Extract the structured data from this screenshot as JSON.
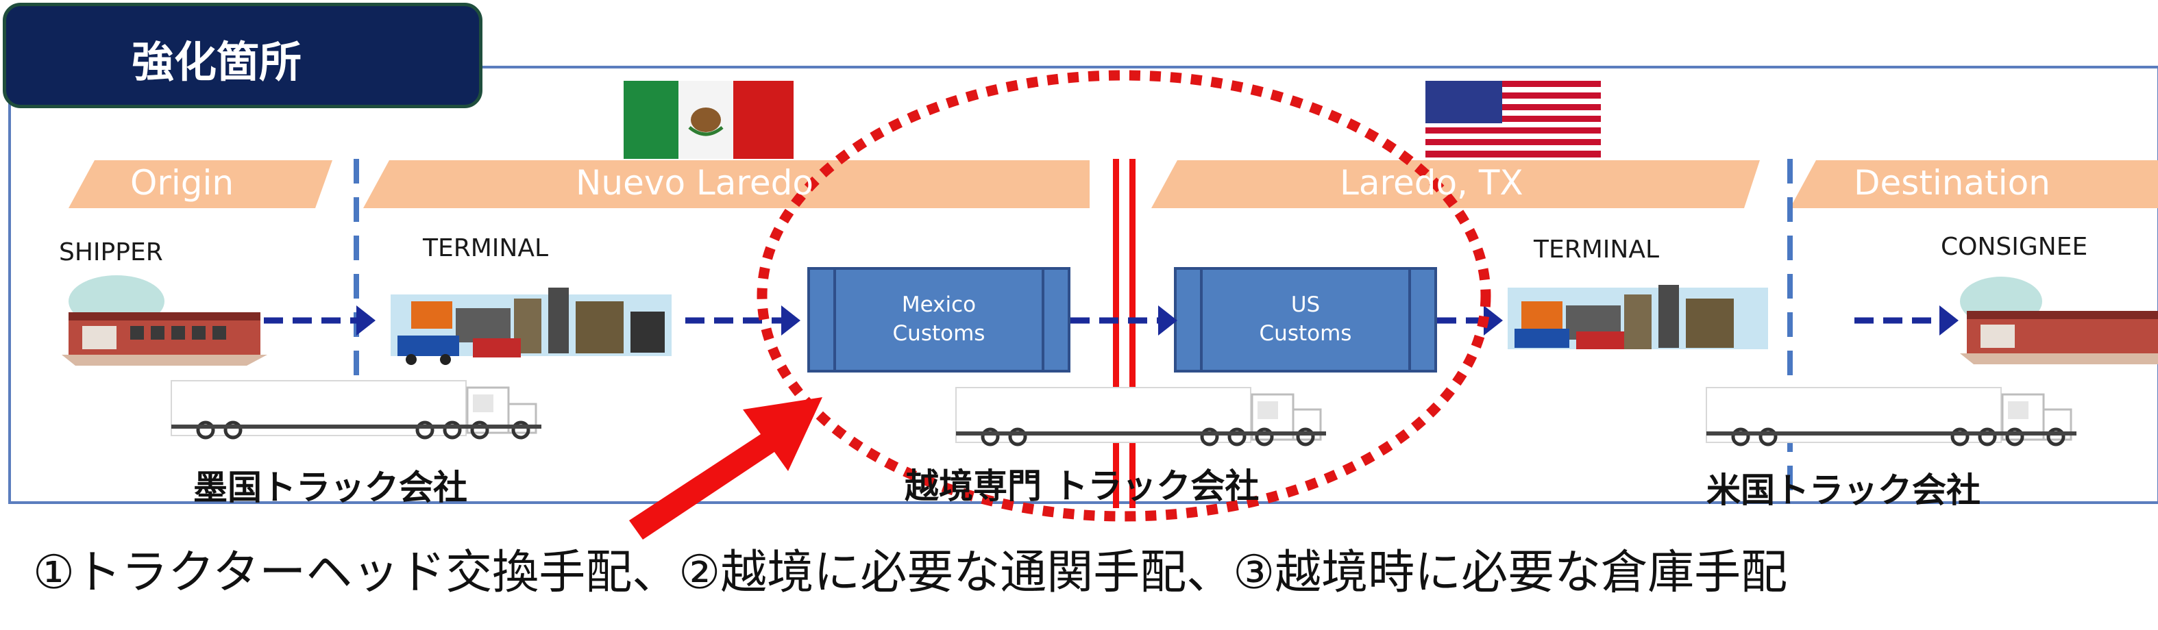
{
  "badge": {
    "label": "強化箇所"
  },
  "bands": {
    "origin": "Origin",
    "nuevo_laredo": "Nuevo Laredo",
    "laredo_tx": "Laredo, TX",
    "destination": "Destination"
  },
  "roles": {
    "shipper": "SHIPPER",
    "terminal_mx": "TERMINAL",
    "terminal_us": "TERMINAL",
    "consignee": "CONSIGNEE"
  },
  "customs": {
    "mexico_line1": "Mexico",
    "mexico_line2": "Customs",
    "us_line1": "US",
    "us_line2": "Customs"
  },
  "companies": {
    "mexico": "墨国トラック会社",
    "border": "越境専門 トラック会社",
    "us": "米国トラック会社"
  },
  "caption": "①トラクターヘッド交換手配、②越境に必要な通関手配、③越境時に必要な倉庫手配",
  "colors": {
    "badge_bg": "#0e2358",
    "badge_border": "#1f4e3d",
    "band": "#f9c196",
    "customs_box": "#4f7fc0",
    "arrow_blue": "#1a2a9a",
    "border_red": "#ef1010",
    "circle_red": "#e01515",
    "frame": "#5b7dbe"
  }
}
